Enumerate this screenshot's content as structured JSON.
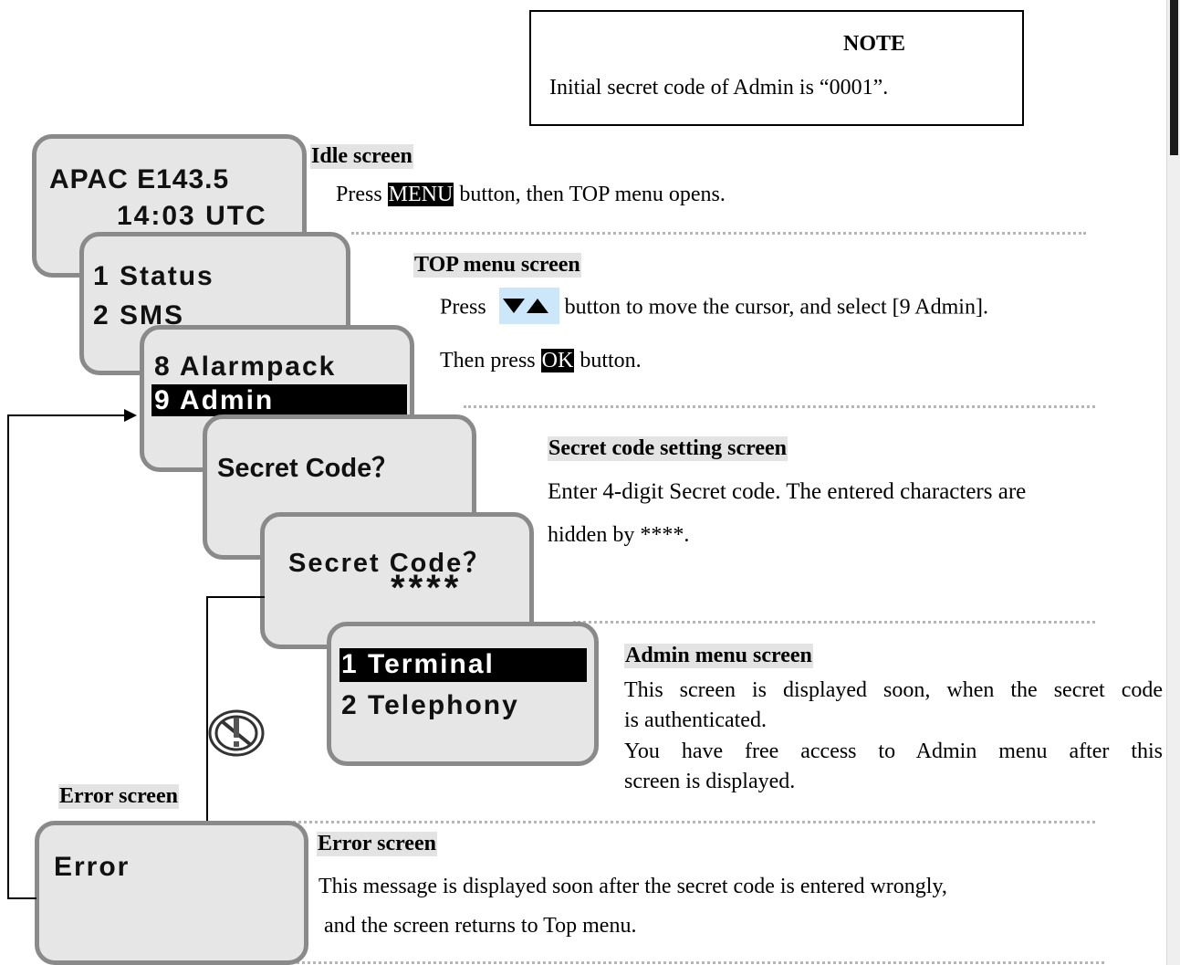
{
  "note": {
    "title": "NOTE",
    "text": "Initial secret code of Admin is “0001”."
  },
  "screens": {
    "idle": {
      "line1": "APAC E143.5",
      "line2": "14:03 UTC"
    },
    "top": {
      "line1": "1 Status",
      "line2": "2 SMS"
    },
    "top_bottom": {
      "line1": "8 Alarmpack",
      "line2": "9 Admin"
    },
    "secret": {
      "line1": "Secret Code？"
    },
    "secret_entered": {
      "line1": "Secret Code？",
      "line2": "****"
    },
    "admin": {
      "line1": "1 Terminal",
      "line2": "2 Telephony"
    },
    "error": {
      "line1": "Error"
    }
  },
  "sections": {
    "idle": {
      "heading": "Idle screen",
      "pre": "Press ",
      "key": "MENU",
      "post": " button, then TOP menu opens."
    },
    "top": {
      "heading": "TOP menu screen",
      "pre": "Press ",
      "post": " button to move the cursor, and select [9 Admin].",
      "pre2": "Then press ",
      "key2": "OK",
      "post2": " button."
    },
    "secret": {
      "heading": "Secret code setting screen",
      "line1": "Enter 4-digit Secret code. The entered characters are",
      "line2": "hidden by ****."
    },
    "admin": {
      "heading": "Admin menu screen",
      "line1": "This screen is displayed soon, when the secret code",
      "line2": "is authenticated.",
      "line3": "You have free access to Admin menu after this",
      "line4": "screen is displayed."
    },
    "error": {
      "heading": "Error screen",
      "line1": "This message is displayed soon after the secret code is entered wrongly,",
      "line2": " and the screen returns to Top menu."
    }
  },
  "error_label": "Error screen",
  "icons": {
    "cursor_buttons": "down-up-arrow-icon",
    "prohibited": "prohibited-icon"
  },
  "colors": {
    "screen_fill": "#e6e6e6",
    "screen_border": "#8a8a8a",
    "heading_bg": "#e3e3e3",
    "arrow_button_bg": "#cce7f9"
  }
}
